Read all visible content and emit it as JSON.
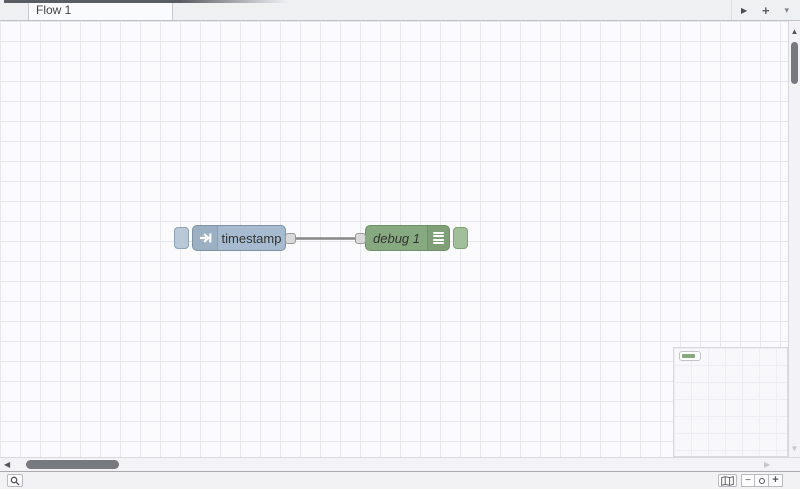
{
  "tab_bar": {
    "active_tab_label": "Flow 1"
  },
  "glyphs": {
    "tab_scroll_right": "▶",
    "add_flow": "+",
    "flow_menu_caret": "▾",
    "scroll_up": "▲",
    "scroll_down": "▼",
    "scroll_left": "◀",
    "scroll_right": "▶",
    "zoom_out": "−",
    "zoom_in": "+"
  },
  "flow": {
    "nodes": {
      "inject": {
        "type": "inject",
        "label": "timestamp",
        "color": "#a6bbcf"
      },
      "debug": {
        "type": "debug",
        "label": "debug 1",
        "color": "#87a980"
      }
    },
    "wire": {
      "from": "timestamp",
      "to": "debug 1",
      "color": "#888888"
    }
  },
  "colors": {
    "canvas_background": "#fbfbfd",
    "grid_line": "#e7e8ec",
    "port_fill": "#d9d9d9",
    "scrollbar_thumb": "#77797f"
  }
}
